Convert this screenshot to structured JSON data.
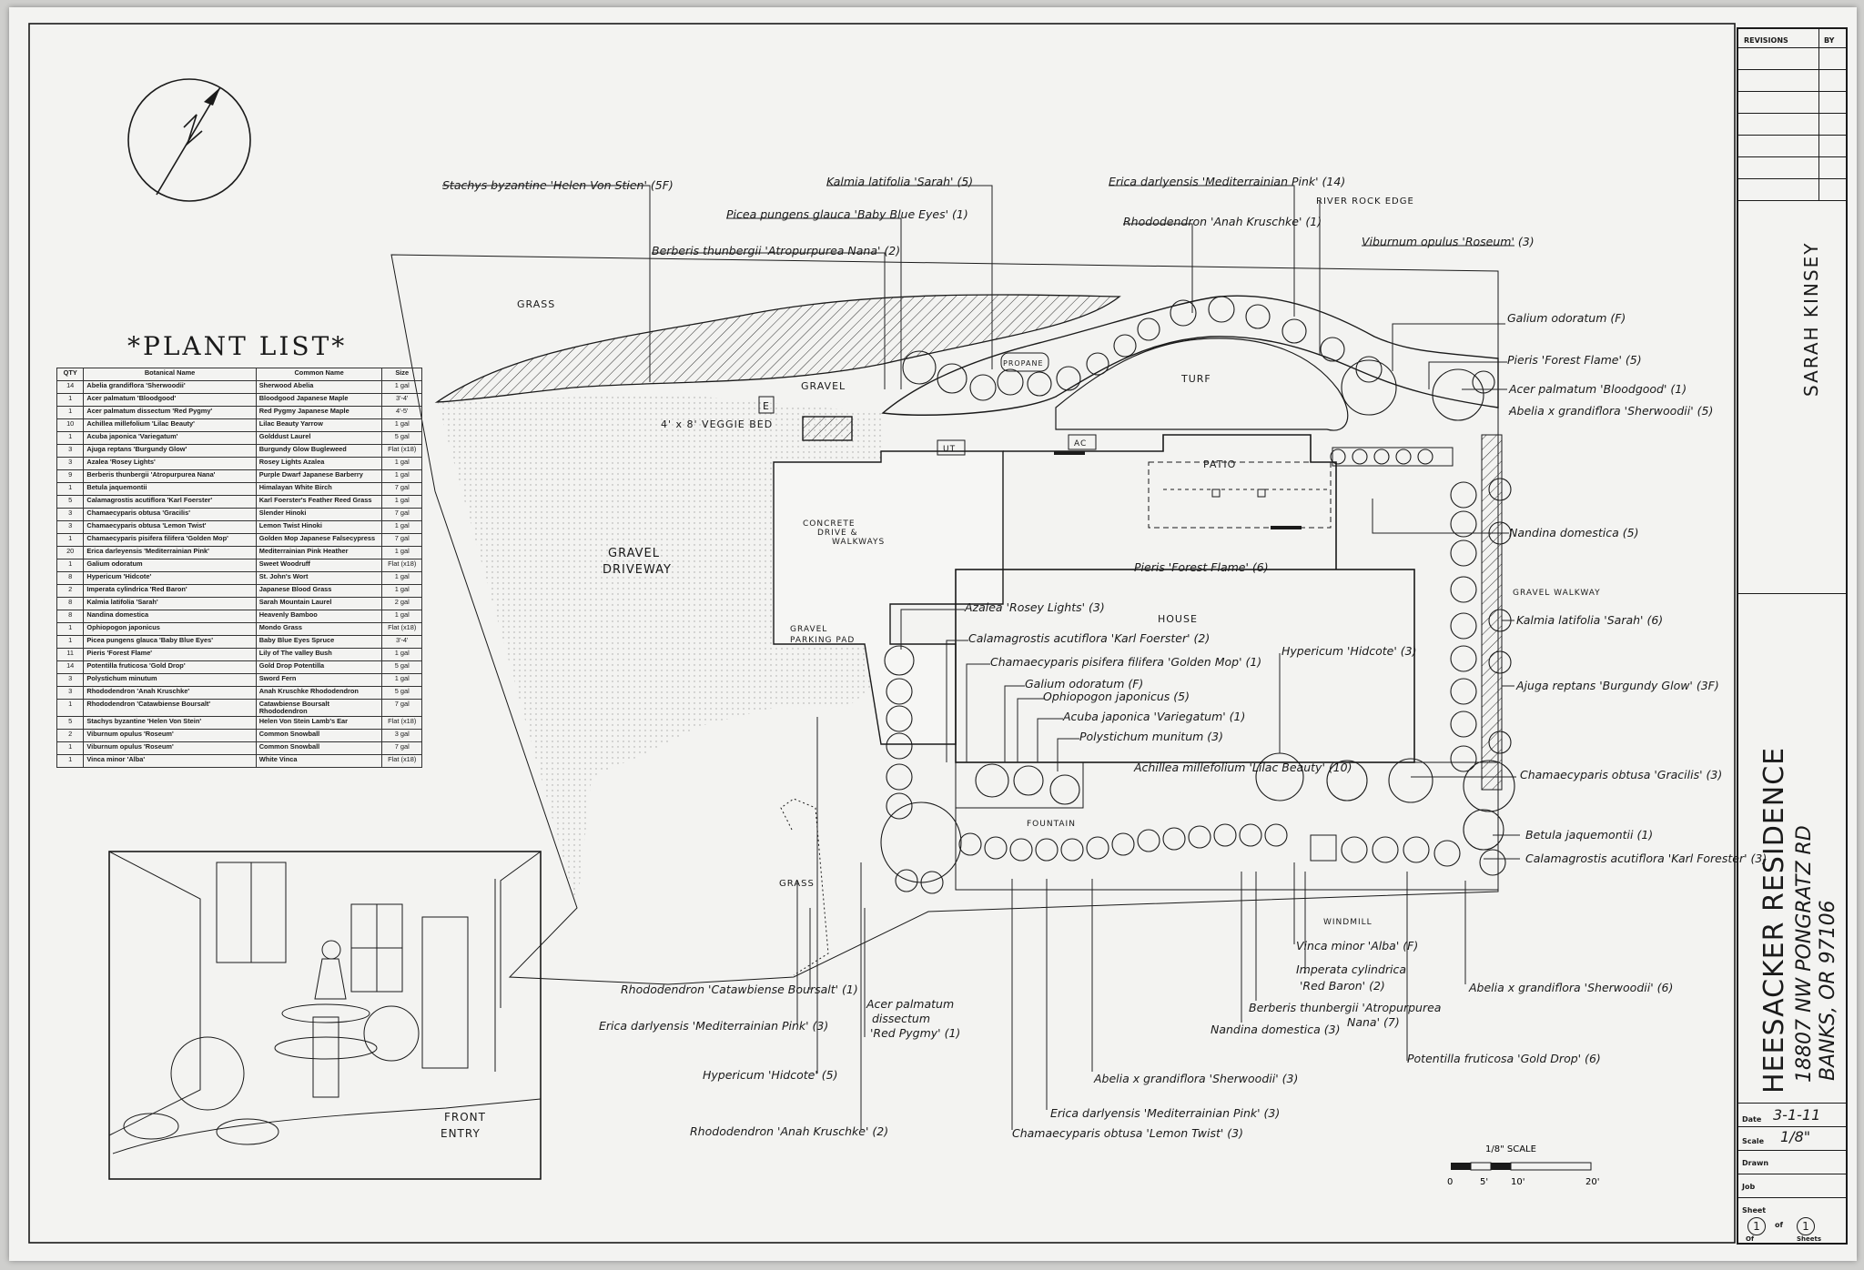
{
  "plant_list": {
    "title": "*PLANT LIST*",
    "headers": [
      "QTY",
      "Botanical Name",
      "Common Name",
      "Size"
    ],
    "rows": [
      [
        "14",
        "Abelia grandiflora 'Sherwoodii'",
        "Sherwood Abelia",
        "1 gal"
      ],
      [
        "1",
        "Acer palmatum 'Bloodgood'",
        "Bloodgood Japanese Maple",
        "3'-4'"
      ],
      [
        "1",
        "Acer palmatum dissectum 'Red Pygmy'",
        "Red Pygmy Japanese Maple",
        "4'-5'"
      ],
      [
        "10",
        "Achillea millefolium 'Lilac Beauty'",
        "Lilac Beauty Yarrow",
        "1 gal"
      ],
      [
        "1",
        "Acuba japonica 'Variegatum'",
        "Golddust Laurel",
        "5 gal"
      ],
      [
        "3",
        "Ajuga reptans 'Burgundy Glow'",
        "Burgundy Glow Bugleweed",
        "Flat (x18)"
      ],
      [
        "3",
        "Azalea 'Rosey Lights'",
        "Rosey Lights Azalea",
        "1 gal"
      ],
      [
        "9",
        "Berberis thunbergii 'Atropurpurea Nana'",
        "Purple Dwarf Japanese Barberry",
        "1 gal"
      ],
      [
        "1",
        "Betula jaquemontii",
        "Himalayan White Birch",
        "7 gal"
      ],
      [
        "5",
        "Calamagrostis acutiflora 'Karl Foerster'",
        "Karl Foerster's Feather Reed Grass",
        "1 gal"
      ],
      [
        "3",
        "Chamaecyparis obtusa 'Gracilis'",
        "Slender Hinoki",
        "7 gal"
      ],
      [
        "3",
        "Chamaecyparis obtusa 'Lemon Twist'",
        "Lemon Twist Hinoki",
        "1 gal"
      ],
      [
        "1",
        "Chamaecyparis pisifera filifera 'Golden Mop'",
        "Golden Mop Japanese Falsecypress",
        "7 gal"
      ],
      [
        "20",
        "Erica darleyensis 'Mediterrainian Pink'",
        "Mediterrainian Pink Heather",
        "1 gal"
      ],
      [
        "1",
        "Galium odoratum",
        "Sweet Woodruff",
        "Flat (x18)"
      ],
      [
        "8",
        "Hypericum 'Hidcote'",
        "St. John's Wort",
        "1 gal"
      ],
      [
        "2",
        "Imperata cylindrica 'Red Baron'",
        "Japanese Blood Grass",
        "1 gal"
      ],
      [
        "8",
        "Kalmia latifolia 'Sarah'",
        "Sarah Mountain Laurel",
        "2 gal"
      ],
      [
        "8",
        "Nandina domestica",
        "Heavenly Bamboo",
        "1 gal"
      ],
      [
        "1",
        "Ophiopogon japonicus",
        "Mondo Grass",
        "Flat (x18)"
      ],
      [
        "1",
        "Picea pungens glauca 'Baby Blue Eyes'",
        "Baby Blue Eyes Spruce",
        "3'-4'"
      ],
      [
        "11",
        "Pieris 'Forest Flame'",
        "Lily of The valley Bush",
        "1 gal"
      ],
      [
        "14",
        "Potentilla fruticosa 'Gold Drop'",
        "Gold Drop Potentilla",
        "5 gal"
      ],
      [
        "3",
        "Polystichum minutum",
        "Sword Fern",
        "1 gal"
      ],
      [
        "3",
        "Rhododendron 'Anah Kruschke'",
        "Anah Kruschke Rhododendron",
        "5 gal"
      ],
      [
        "1",
        "Rhododendron 'Catawbiense Boursalt'",
        "Catawbiense Boursalt Rhododendron",
        "7 gal"
      ],
      [
        "5",
        "Stachys byzantine 'Helen Von Stein'",
        "Helen Von Stein Lamb's Ear",
        "Flat (x18)"
      ],
      [
        "2",
        "Viburnum opulus 'Roseum'",
        "Common Snowball",
        "3 gal"
      ],
      [
        "1",
        "Viburnum opulus 'Roseum'",
        "Common Snowball",
        "7 gal"
      ],
      [
        "1",
        "Vinca minor 'Alba'",
        "White Vinca",
        "Flat (x18)"
      ]
    ]
  },
  "area_labels": {
    "grass_top": "GRASS",
    "gravel_top": "GRAVEL",
    "veggie_bed": "4' x 8' VEGGIE BED",
    "e_box": "E",
    "gravel_driveway_1": "GRAVEL",
    "gravel_driveway_2": "DRIVEWAY",
    "concrete_1": "CONCRETE",
    "concrete_2": "DRIVE &",
    "concrete_3": "WALKWAYS",
    "ut": "UT",
    "ac": "AC",
    "patio": "PATIO",
    "turf": "TURF",
    "propane": "PROPANE",
    "house": "HOUSE",
    "gravel_parking_1": "GRAVEL",
    "gravel_parking_2": "PARKING PAD",
    "grass_bottom": "GRASS",
    "fountain": "FOUNTAIN",
    "windmill": "WINDMILL",
    "gravel_walkway": "GRAVEL WALKWAY",
    "river_rock_edge": "RIVER ROCK EDGE",
    "front_entry_1": "FRONT",
    "front_entry_2": "ENTRY"
  },
  "callouts": {
    "c01": "Stachys byzantine 'Helen Von Stien' (5F)",
    "c02": "Kalmia latifolia 'Sarah' (5)",
    "c03": "Picea pungens glauca 'Baby Blue Eyes' (1)",
    "c04": "Berberis thunbergii 'Atropurpurea Nana' (2)",
    "c05": "Erica darlyensis 'Mediterrainian Pink' (14)",
    "c06": "Rhododendron 'Anah Kruschke' (1)",
    "c07": "Viburnum opulus 'Roseum' (3)",
    "c08": "Galium odoratum (F)",
    "c09": "Pieris 'Forest Flame' (5)",
    "c10": "Acer palmatum 'Bloodgood' (1)",
    "c11": "Abelia x grandiflora 'Sherwoodii' (5)",
    "c12": "Nandina domestica (5)",
    "c13": "Kalmia latifolia 'Sarah' (6)",
    "c14": "Ajuga reptans 'Burgundy Glow' (3F)",
    "c15": "Chamaecyparis obtusa 'Gracilis' (3)",
    "c16": "Betula jaquemontii (1)",
    "c17": "Calamagrostis acutiflora 'Karl Forester' (3)",
    "c18": "Pieris 'Forest Flame' (6)",
    "c19": "Azalea 'Rosey Lights' (3)",
    "c20": "Calamagrostis acutiflora 'Karl Foerster' (2)",
    "c21": "Chamaecyparis pisifera filifera 'Golden Mop' (1)",
    "c22": "Galium odoratum (F)",
    "c23": "Ophiopogon japonicus (5)",
    "c24": "Acuba japonica 'Variegatum' (1)",
    "c25": "Polystichum munitum (3)",
    "c26": "Achillea millefolium 'Lilac Beauty' (10)",
    "c27": "Hypericum 'Hidcote' (3)",
    "c28": "Vinca minor 'Alba' (F)",
    "c29": "Imperata cylindrica",
    "c29b": "'Red Baron' (2)",
    "c30": "Berberis thunbergii 'Atropurpurea",
    "c30b": "Nana' (7)",
    "c31": "Nandina domestica (3)",
    "c32": "Potentilla fruticosa 'Gold Drop' (6)",
    "c33": "Abelia x grandiflora 'Sherwoodii' (6)",
    "c34": "Abelia x grandiflora 'Sherwoodii' (3)",
    "c35": "Erica darlyensis 'Mediterrainian Pink' (3)",
    "c36": "Chamaecyparis obtusa 'Lemon Twist' (3)",
    "c37": "Rhododendron 'Catawbiense Boursalt' (1)",
    "c38": "Erica darlyensis 'Mediterrainian Pink' (3)",
    "c39": "Acer palmatum",
    "c39b": "dissectum",
    "c39c": "'Red Pygmy' (1)",
    "c40": "Hypericum 'Hidcote' (5)",
    "c41": "Rhododendron 'Anah Kruschke' (2)"
  },
  "scale_bar": {
    "title": "1/8\" SCALE",
    "ticks": [
      "0",
      "5'",
      "10'",
      "20'"
    ]
  },
  "title_block": {
    "revisions": "REVISIONS",
    "by": "BY",
    "designer": "SARAH KINSEY",
    "project": "HEESACKER RESIDENCE",
    "address_1": "18807 NW PONGRATZ RD",
    "address_2": "BANKS, OR 97106",
    "date_label": "Date",
    "date_value": "3-1-11",
    "scale_label": "Scale",
    "scale_value": "1/8\"",
    "drawn_label": "Drawn",
    "job_label": "Job",
    "sheet_label": "Sheet",
    "sheet_num": "1",
    "of_label": "of",
    "sheet_total": "1",
    "of_label_2": "Of",
    "sheets_label": "Sheets"
  }
}
